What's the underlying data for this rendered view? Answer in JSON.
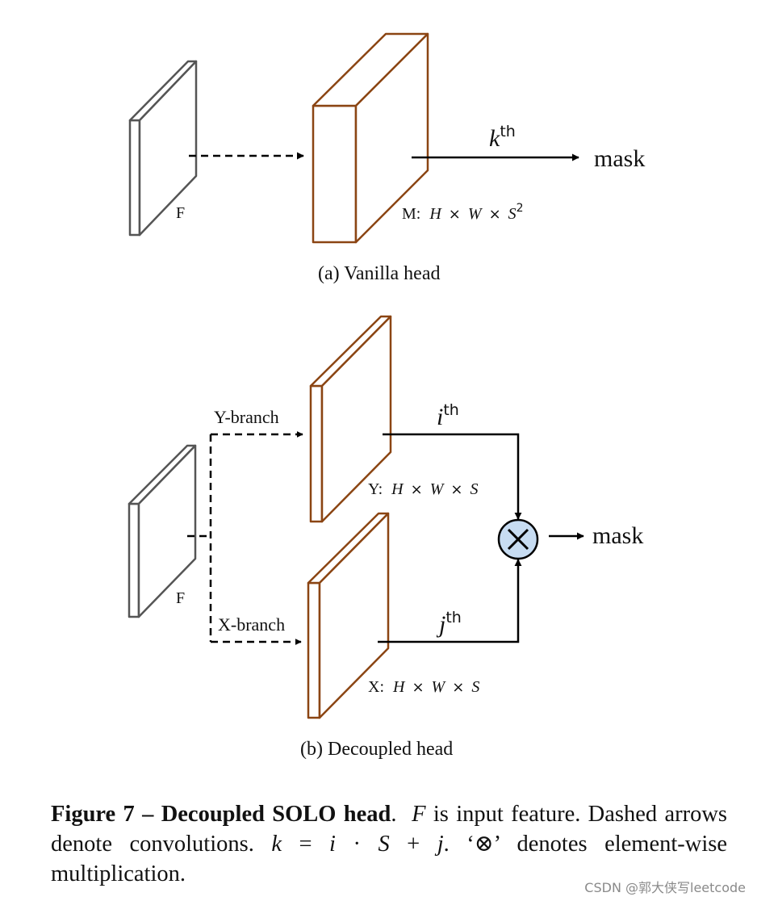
{
  "panel_a": {
    "input_label": "F",
    "output_label": "mask",
    "dims_prefix": "M:",
    "dims_H": "H",
    "dims_W": "W",
    "dims_S": "S",
    "dims_exp": "2",
    "times": "×",
    "index_var": "k",
    "index_sup": "th",
    "subcaption": "(a)  Vanilla head"
  },
  "panel_b": {
    "input_label": "F",
    "y_branch_label": "Y-branch",
    "x_branch_label": "X-branch",
    "y_dims_prefix": "Y:",
    "x_dims_prefix": "X:",
    "dims_H": "H",
    "dims_W": "W",
    "dims_S": "S",
    "times": "×",
    "y_index_var": "i",
    "x_index_var": "j",
    "index_sup": "th",
    "multiply_symbol": "⊗",
    "output_label": "mask",
    "subcaption": "(b)  Decoupled head"
  },
  "caption": {
    "fig_label": "Figure 7",
    "dash": "–",
    "fig_title": "Decoupled SOLO head",
    "period": ".",
    "feature_var": "F",
    "part1": " is input feature.  Dashed arrows denote convolutions.  ",
    "formula_k": "k",
    "formula_eq": " = ",
    "formula_i": "i",
    "formula_dot": " · ",
    "formula_S": "S",
    "formula_plus": " + ",
    "formula_j": "j",
    "part2": ".  ‘⊗’ denotes element-wise multiplication."
  },
  "watermark": "CSDN @郭大侠写leetcode",
  "colors": {
    "input_block": "#555555",
    "conv_block": "#8b4513",
    "arrow": "#000000",
    "multiply_fill": "#c7dcf2"
  },
  "icons": {
    "multiply": "circled-times-icon"
  }
}
